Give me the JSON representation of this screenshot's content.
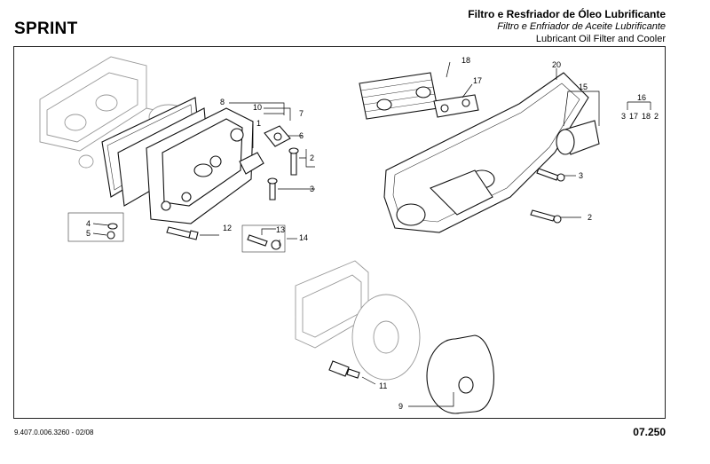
{
  "header": {
    "brand": "SPRINT",
    "title_pt": "Filtro e  Resfriador de Óleo Lubrificante",
    "title_es": "Filtro e Enfriador de Aceite Lubrificante",
    "title_en": "Lubricant Oil Filter and Cooler"
  },
  "footer": {
    "doc_code": "9.407.0.006.3260 - 02/08",
    "page_code": "07.250"
  },
  "callouts": {
    "c1": "1",
    "c2a": "2",
    "c2b": "2",
    "c3a": "3",
    "c3b": "3",
    "c4": "4",
    "c5": "5",
    "c6": "6",
    "c7": "7",
    "c8": "8",
    "c9": "9",
    "c10": "10",
    "c11": "11",
    "c12": "12",
    "c13": "13",
    "c14": "14",
    "c15": "15",
    "c16": "16",
    "c17": "17",
    "c18": "18",
    "c20": "20"
  },
  "kit_16": [
    "3",
    "17",
    "18",
    "2"
  ]
}
